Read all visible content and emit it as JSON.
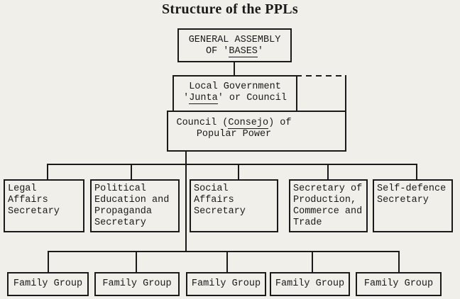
{
  "title": "Structure of the PPLs",
  "colors": {
    "ink": "#1a1a1a",
    "paper": "#f1efe9"
  },
  "chart": {
    "general_assembly": {
      "line1": "GENERAL ASSEMBLY",
      "line2_pre": "OF '",
      "line2_u": "BASES",
      "line2_post": "'"
    },
    "local_government": {
      "line1": "Local Government",
      "line2_pre": "'",
      "line2_u": "Junta",
      "line2_post": "' or Council"
    },
    "council": {
      "line1_pre": "Council (",
      "line1_u": "Consejo",
      "line1_post": ") of",
      "line2": "Popular Power"
    },
    "secretaries": [
      {
        "lines": [
          "Legal Affairs",
          "Secretary",
          "",
          ""
        ]
      },
      {
        "lines": [
          "Political",
          "Education and",
          "Propaganda",
          "Secretary"
        ]
      },
      {
        "lines": [
          "Social Affairs",
          "Secretary",
          "",
          ""
        ]
      },
      {
        "lines": [
          "Secretary of",
          "Production,",
          "Commerce and",
          "Trade"
        ]
      },
      {
        "lines": [
          "Self-defence",
          "Secretary",
          "",
          ""
        ]
      }
    ],
    "family_groups": [
      "Family Group",
      "Family Group",
      "Family Group",
      "Family Group",
      "Family Group"
    ]
  }
}
